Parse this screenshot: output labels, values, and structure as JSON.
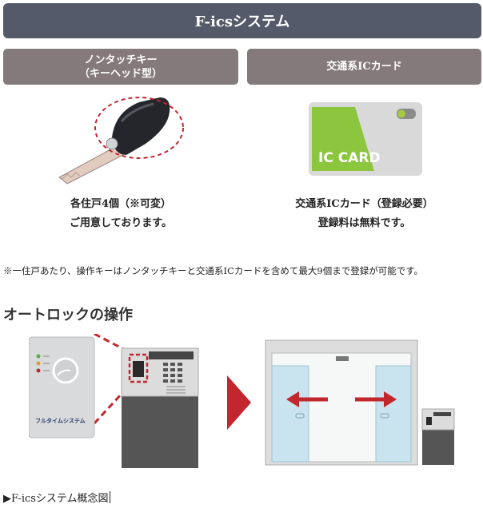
{
  "banner": {
    "title": "F-icsシステム"
  },
  "categories": {
    "left": {
      "line1": "ノンタッチキー",
      "line2": "（キーヘッド型）"
    },
    "right": {
      "label": "交通系ICカード"
    }
  },
  "captions": {
    "left": {
      "line1": "各住戸4個（※可変）",
      "line2": "ご用意しております。"
    },
    "right": {
      "line1": "交通系ICカード（登録必要）",
      "line2": "登録料は無料です。"
    }
  },
  "ic_card": {
    "text": "IC CARD"
  },
  "note": "※一住戸あたり、操作キーはノンタッチキーと交通系ICカードを含めて最大9個まで登録が可能です。",
  "section": {
    "heading": "オートロックの操作"
  },
  "reader_brand": "フルタイムシステム",
  "diagram_caption": "▶F-icsシステム概念図",
  "colors": {
    "banner": "#545a6a",
    "category": "#857a7b",
    "card_green": "#8cc63f",
    "arrow_red": "#c1272d"
  }
}
